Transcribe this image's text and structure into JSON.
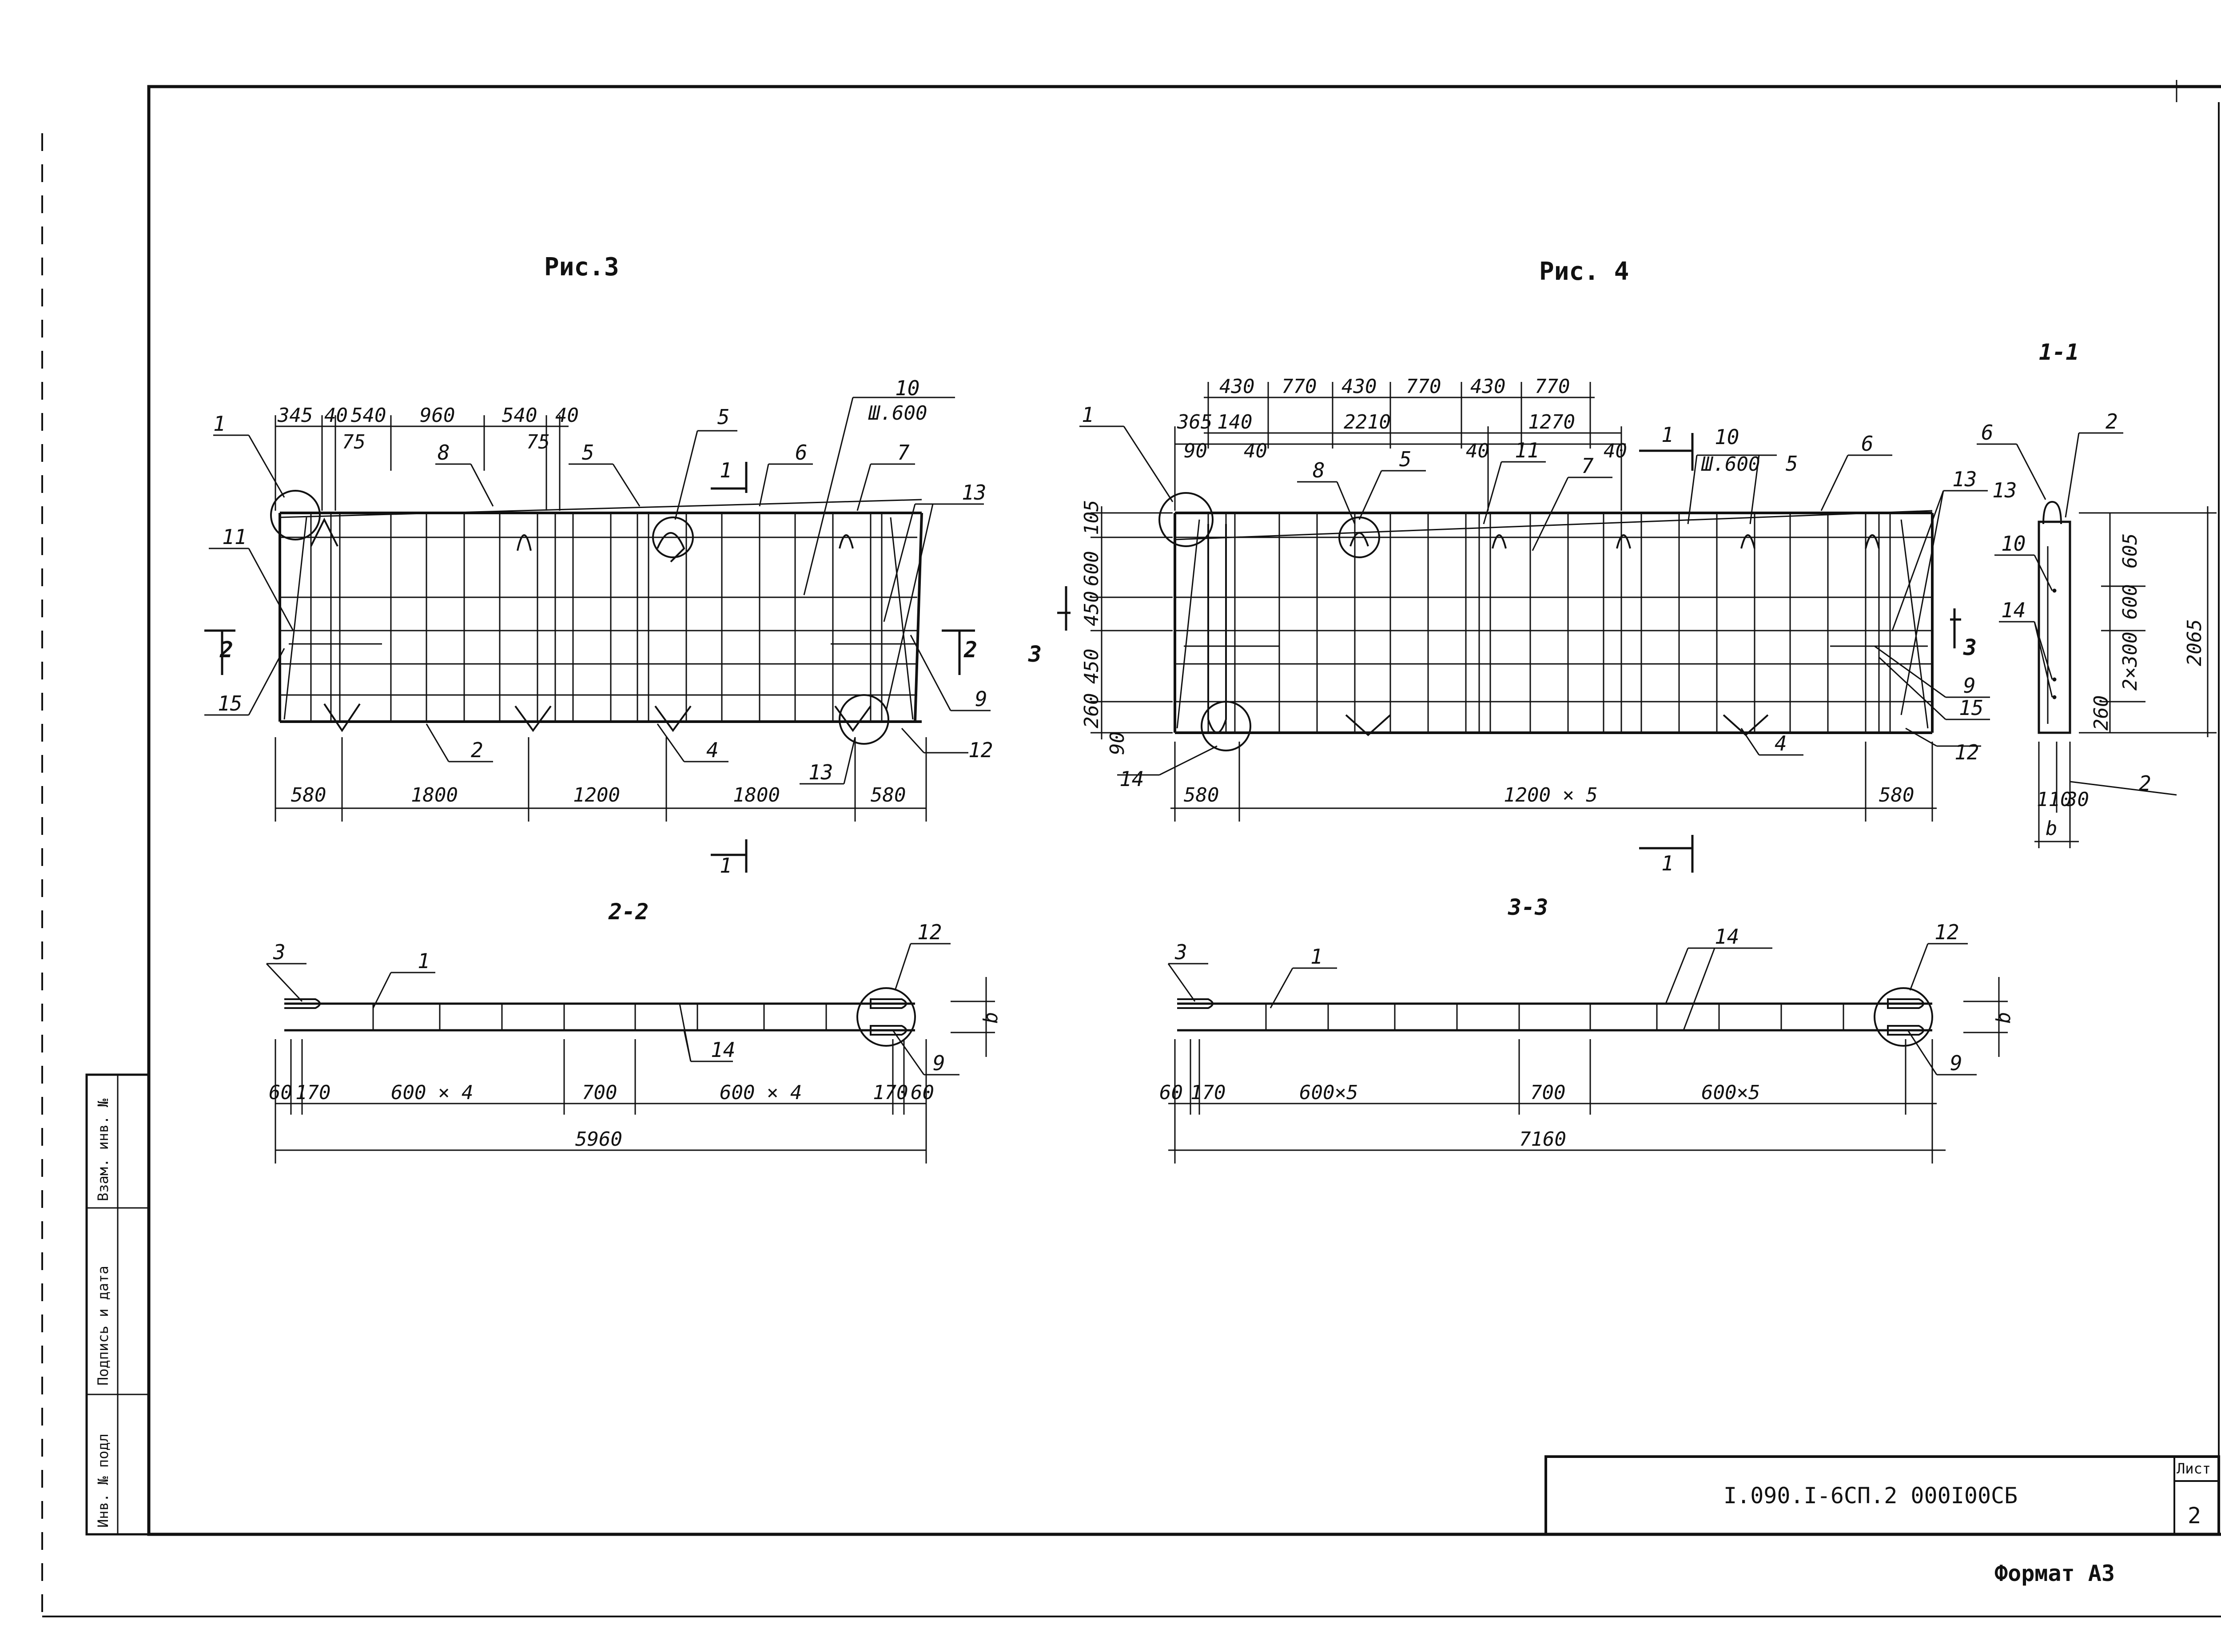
{
  "drawing": {
    "code": "I.090.I-6СП.2  000I00СБ",
    "sheet_label": "Лист",
    "sheet_number": "2",
    "format": "Формат А3",
    "side_stamp": [
      "Инв. № подл",
      "Подпись и дата",
      "Взам. инв. №"
    ]
  },
  "fig3": {
    "title": "Рис.3",
    "top_dims": [
      "345",
      "40",
      "540",
      "960",
      "540",
      "40"
    ],
    "sub_dims": [
      "75",
      "75"
    ],
    "bottom_dims": [
      "580",
      "1800",
      "1200",
      "1800",
      "580"
    ],
    "pin_label": "Ш.600",
    "positions": [
      "1",
      "8",
      "5",
      "5",
      "6",
      "10",
      "7",
      "13",
      "11",
      "15",
      "9",
      "2",
      "4",
      "13",
      "12"
    ],
    "section_marks": [
      "1",
      "1",
      "2",
      "2"
    ]
  },
  "fig4": {
    "title": "Рис. 4",
    "top_dims": [
      "430",
      "770",
      "430",
      "770",
      "430",
      "770"
    ],
    "second_dims": [
      "2210",
      "1270"
    ],
    "third_dims": [
      "365",
      "90",
      "140",
      "40",
      "40",
      "40"
    ],
    "left_dims": [
      "105",
      "600",
      "450",
      "450",
      "260",
      "90"
    ],
    "bottom_dims": [
      "580",
      "1200 × 5",
      "580"
    ],
    "pin_label": "Ш.600",
    "positions": [
      "1",
      "8",
      "5",
      "11",
      "7",
      "10",
      "5",
      "6",
      "13",
      "9",
      "15",
      "12",
      "14",
      "4"
    ],
    "section_marks": [
      "1",
      "1",
      "3",
      "3"
    ]
  },
  "sec11": {
    "title": "1-1",
    "right_dims": [
      "605",
      "600",
      "2×300",
      "260"
    ],
    "total": "2065",
    "bottom_dims": [
      "110",
      "30"
    ],
    "b_label": "b",
    "positions": [
      "6",
      "2",
      "13",
      "10",
      "14",
      "2"
    ]
  },
  "sec22": {
    "title": "2-2",
    "dims": [
      "60",
      "170",
      "600 × 4",
      "700",
      "600 × 4",
      "170",
      "60"
    ],
    "total": "5960",
    "b_label": "b",
    "positions": [
      "3",
      "1",
      "12",
      "14",
      "9"
    ]
  },
  "sec33": {
    "title": "3-3",
    "dims": [
      "60",
      "170",
      "600×5",
      "700",
      "600×5"
    ],
    "total": "7160",
    "b_label": "b",
    "positions": [
      "3",
      "1",
      "14",
      "12",
      "9"
    ]
  }
}
